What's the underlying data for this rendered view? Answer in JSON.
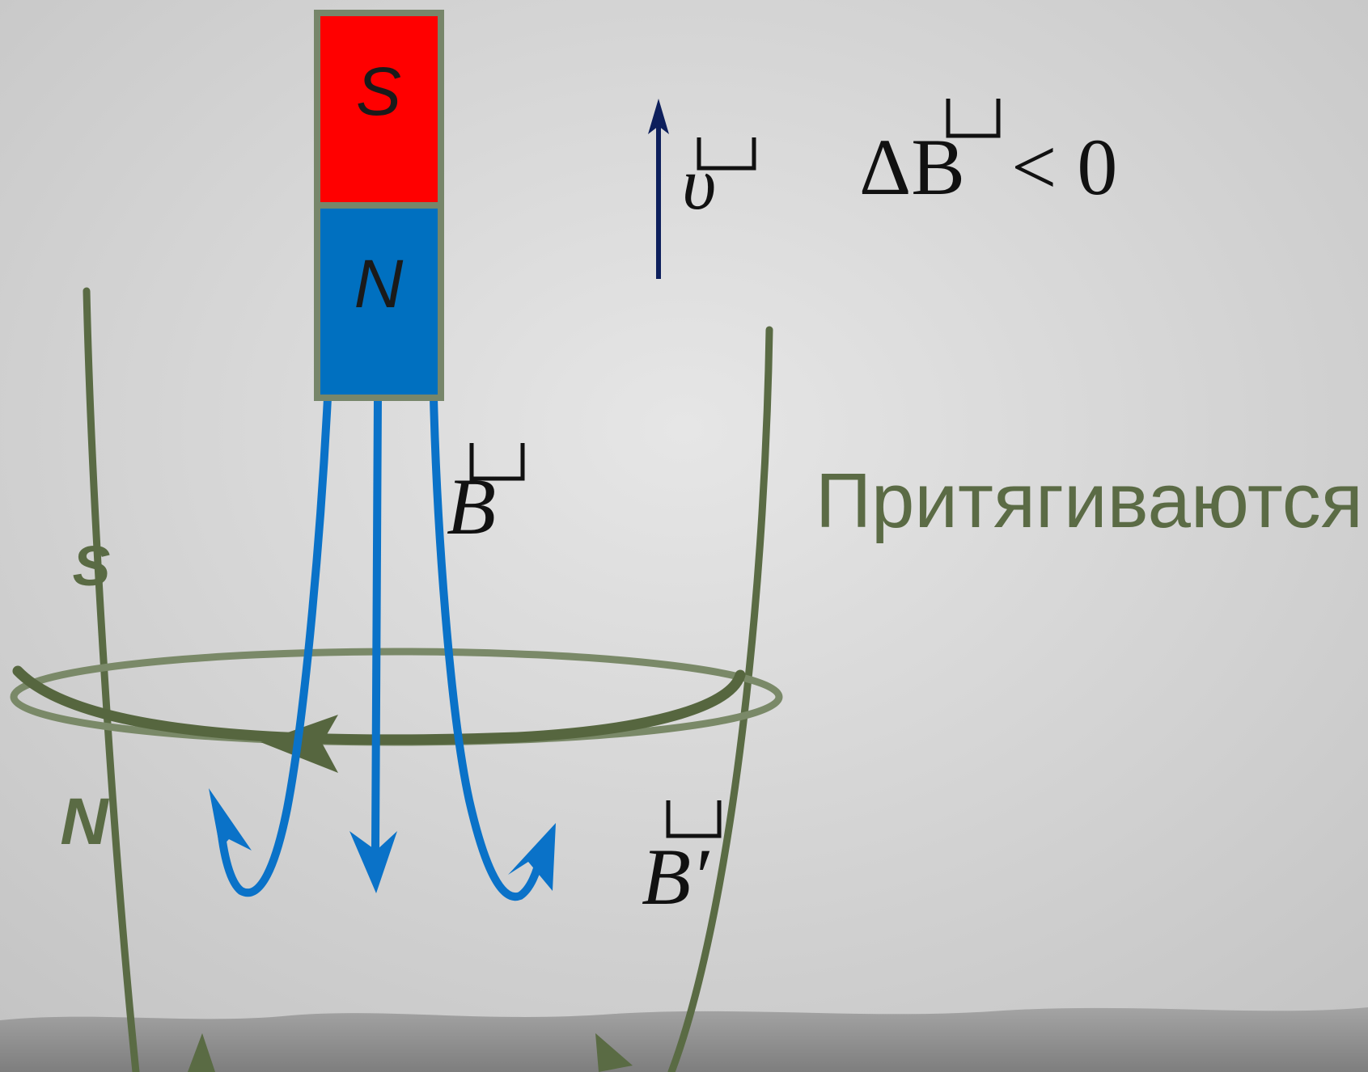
{
  "magnet": {
    "top_pole": "S",
    "bottom_pole": "N",
    "top_color": "#ff0000",
    "bottom_color": "#0070c0",
    "border_color": "#77866a"
  },
  "coil": {
    "upper_pole": "S",
    "lower_pole": "N",
    "color": "#5a6b44"
  },
  "labels": {
    "velocity": "υ",
    "field_magnet": "B",
    "field_induced": "B′",
    "flux_delta": "ΔB",
    "flux_rel": "< 0",
    "result": "Притягиваются"
  },
  "colors": {
    "field_lines": "#0a72c8",
    "velocity_arrow": "#0d1f5c",
    "result_text": "#5b6b45",
    "background": "#d2d2d2",
    "ground": "#8d8d8d"
  },
  "icons": {
    "vector_hat": "vector-hat-icon",
    "up_arrow": "velocity-arrow-icon"
  }
}
